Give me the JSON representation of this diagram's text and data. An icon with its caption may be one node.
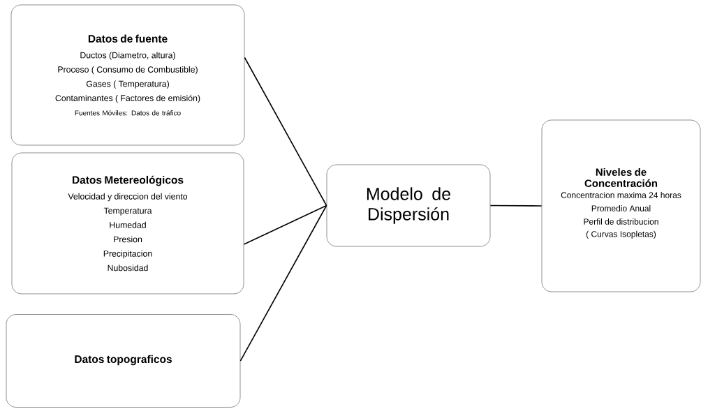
{
  "diagram": {
    "nodes": [
      {
        "text": [
          "Datos de fuente",
          "Ductos (Diametro, altura)",
          "Proceso (  Consumo de Combustible)",
          "Gases ( Temperatura)",
          "Contaminantes ( Factores de emisión)",
          "Fuentes Móviles: Datos de tráfico"
        ]
      },
      {
        "text": [
          "Datos Metereológicos",
          "Velocidad y direccion del viento",
          "Temperatura",
          "Humedad",
          "Presion",
          "Precipitacion",
          "Nubosidad"
        ]
      },
      {
        "text": [
          "Datos topograficos"
        ]
      },
      {
        "text": [
          "Modelo de Dispersión"
        ]
      },
      {
        "text": [
          "Niveles de Concentración",
          "Concentracion maxima 24 horas",
          "Promedio Anual",
          "Perfil de distribucion",
          "( Curvas Isopletas)"
        ]
      }
    ],
    "edges": [
      {
        "from": 0,
        "to": 3,
        "arrow": "none"
      },
      {
        "from": 1,
        "to": 3,
        "arrow": "none"
      },
      {
        "from": 2,
        "to": 3,
        "arrow": "none"
      },
      {
        "from": 3,
        "to": 4,
        "arrow": "none"
      }
    ]
  }
}
